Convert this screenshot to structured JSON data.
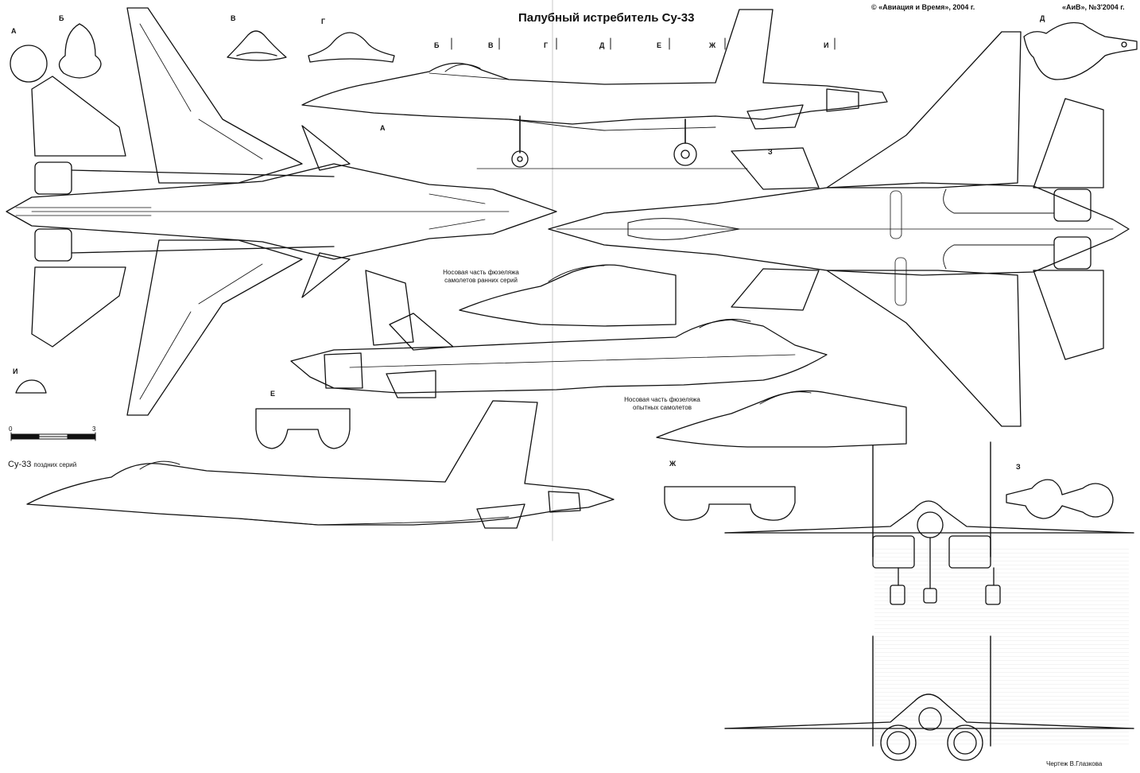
{
  "title": "Палубный истребитель Су-33",
  "copyright_left": "© «Авиация и Время», 2004 г.",
  "copyright_right": "«АиВ», №3'2004 г.",
  "top_section_letters": [
    "Б",
    "В",
    "Г",
    "Д",
    "Е",
    "Ж",
    "И"
  ],
  "section_labels": {
    "a_top_left": "А",
    "b_top": "Б",
    "v_top": "В",
    "g_top": "Г",
    "d_top_right": "Д",
    "a_side": "А",
    "z_side": "З",
    "i_left": "И",
    "e_mid": "Е",
    "zh_bottom": "Ж",
    "z_bottom": "З"
  },
  "captions": {
    "early_nose_line1": "Носовая часть фюзеляжа",
    "early_nose_line2": "самолетов ранних серий",
    "proto_nose_line1": "Носовая часть фюзеляжа",
    "proto_nose_line2": "опытных самолетов",
    "late_series_main": "Су-33",
    "late_series_sub": "поздних серий"
  },
  "scale_bar": {
    "start": "0",
    "end": "3"
  },
  "author": "Чертеж В.Глазкова"
}
